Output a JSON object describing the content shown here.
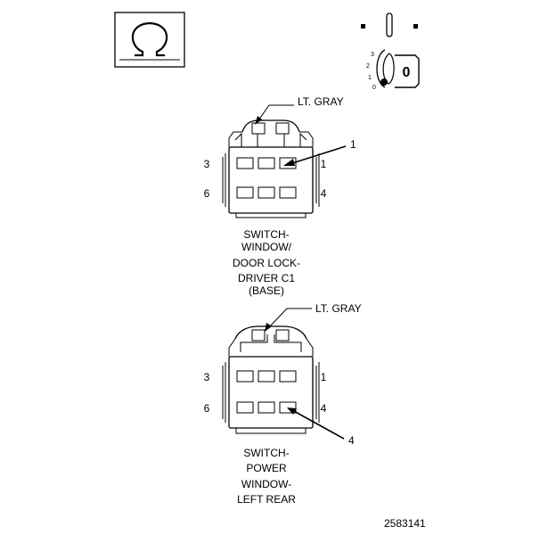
{
  "figure_id": "2583141",
  "connectors": [
    {
      "color_label": "LT. GRAY",
      "pin_labels": {
        "top_left": "3",
        "top_right": "1",
        "bottom_left": "6",
        "bottom_right": "4"
      },
      "callout": "1",
      "caption": [
        "SWITCH-",
        "WINDOW/",
        "DOOR LOCK-",
        "DRIVER C1",
        "(BASE)"
      ]
    },
    {
      "color_label": "LT. GRAY",
      "pin_labels": {
        "top_left": "3",
        "top_right": "1",
        "bottom_left": "6",
        "bottom_right": "4"
      },
      "callout": "4",
      "caption": [
        "SWITCH-",
        "POWER",
        "WINDOW-",
        "LEFT REAR"
      ]
    }
  ],
  "ignition_positions": [
    "3",
    "2",
    "1",
    "0"
  ],
  "ignition_key_mark": "0",
  "icons": [
    "ohmmeter-icon",
    "ignition-switch-icon"
  ]
}
